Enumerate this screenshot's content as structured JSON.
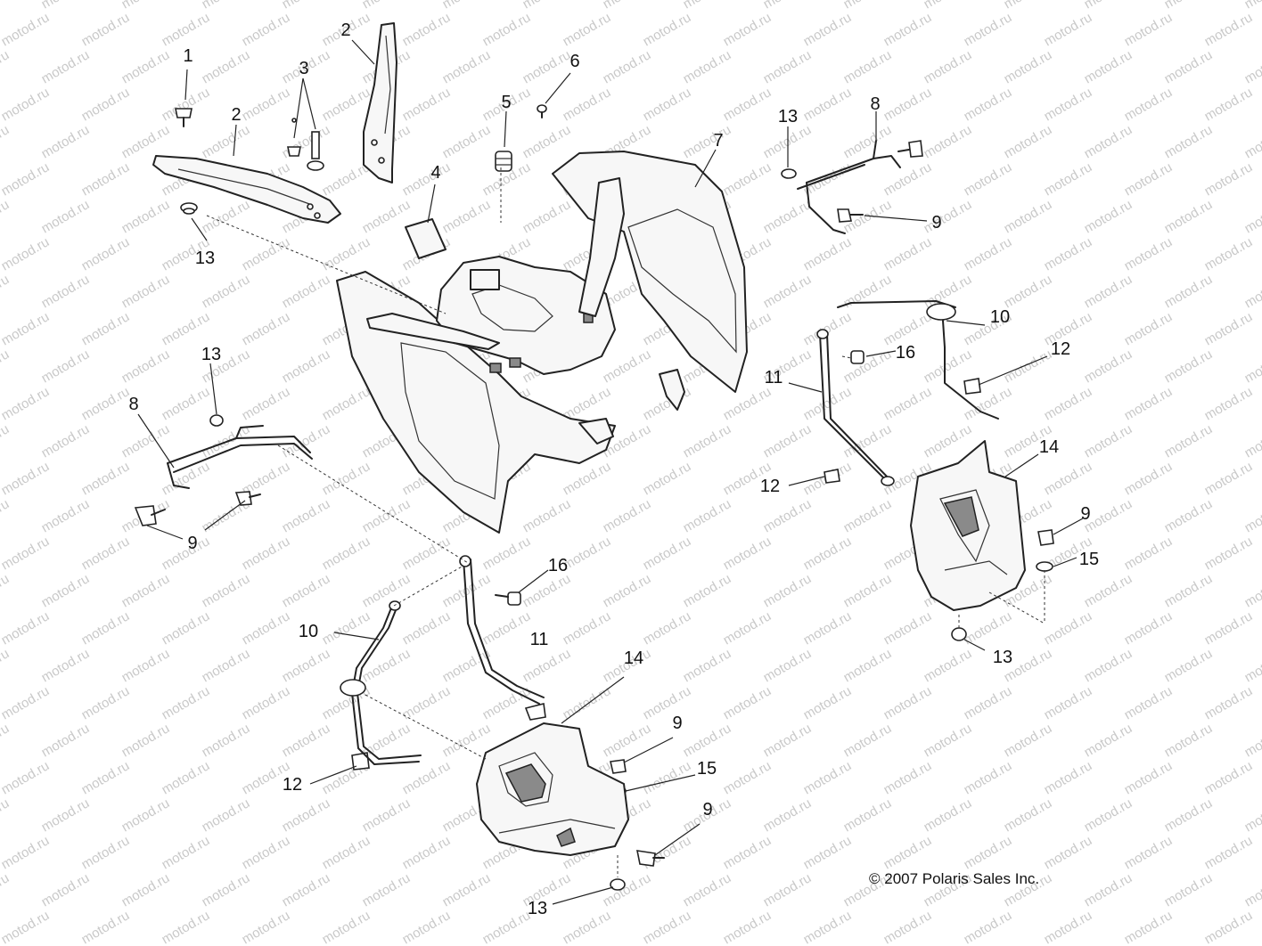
{
  "callouts": [
    "1",
    "2",
    "2",
    "3",
    "4",
    "5",
    "6",
    "7",
    "13",
    "8",
    "9",
    "13",
    "13",
    "8",
    "9",
    "10",
    "16",
    "11",
    "12",
    "11",
    "16",
    "12",
    "10",
    "14",
    "9",
    "15",
    "13",
    "14",
    "9",
    "15",
    "12",
    "9",
    "13"
  ],
  "copyright": "© 2007 Polaris Sales Inc.",
  "watermark": "motod.ru"
}
